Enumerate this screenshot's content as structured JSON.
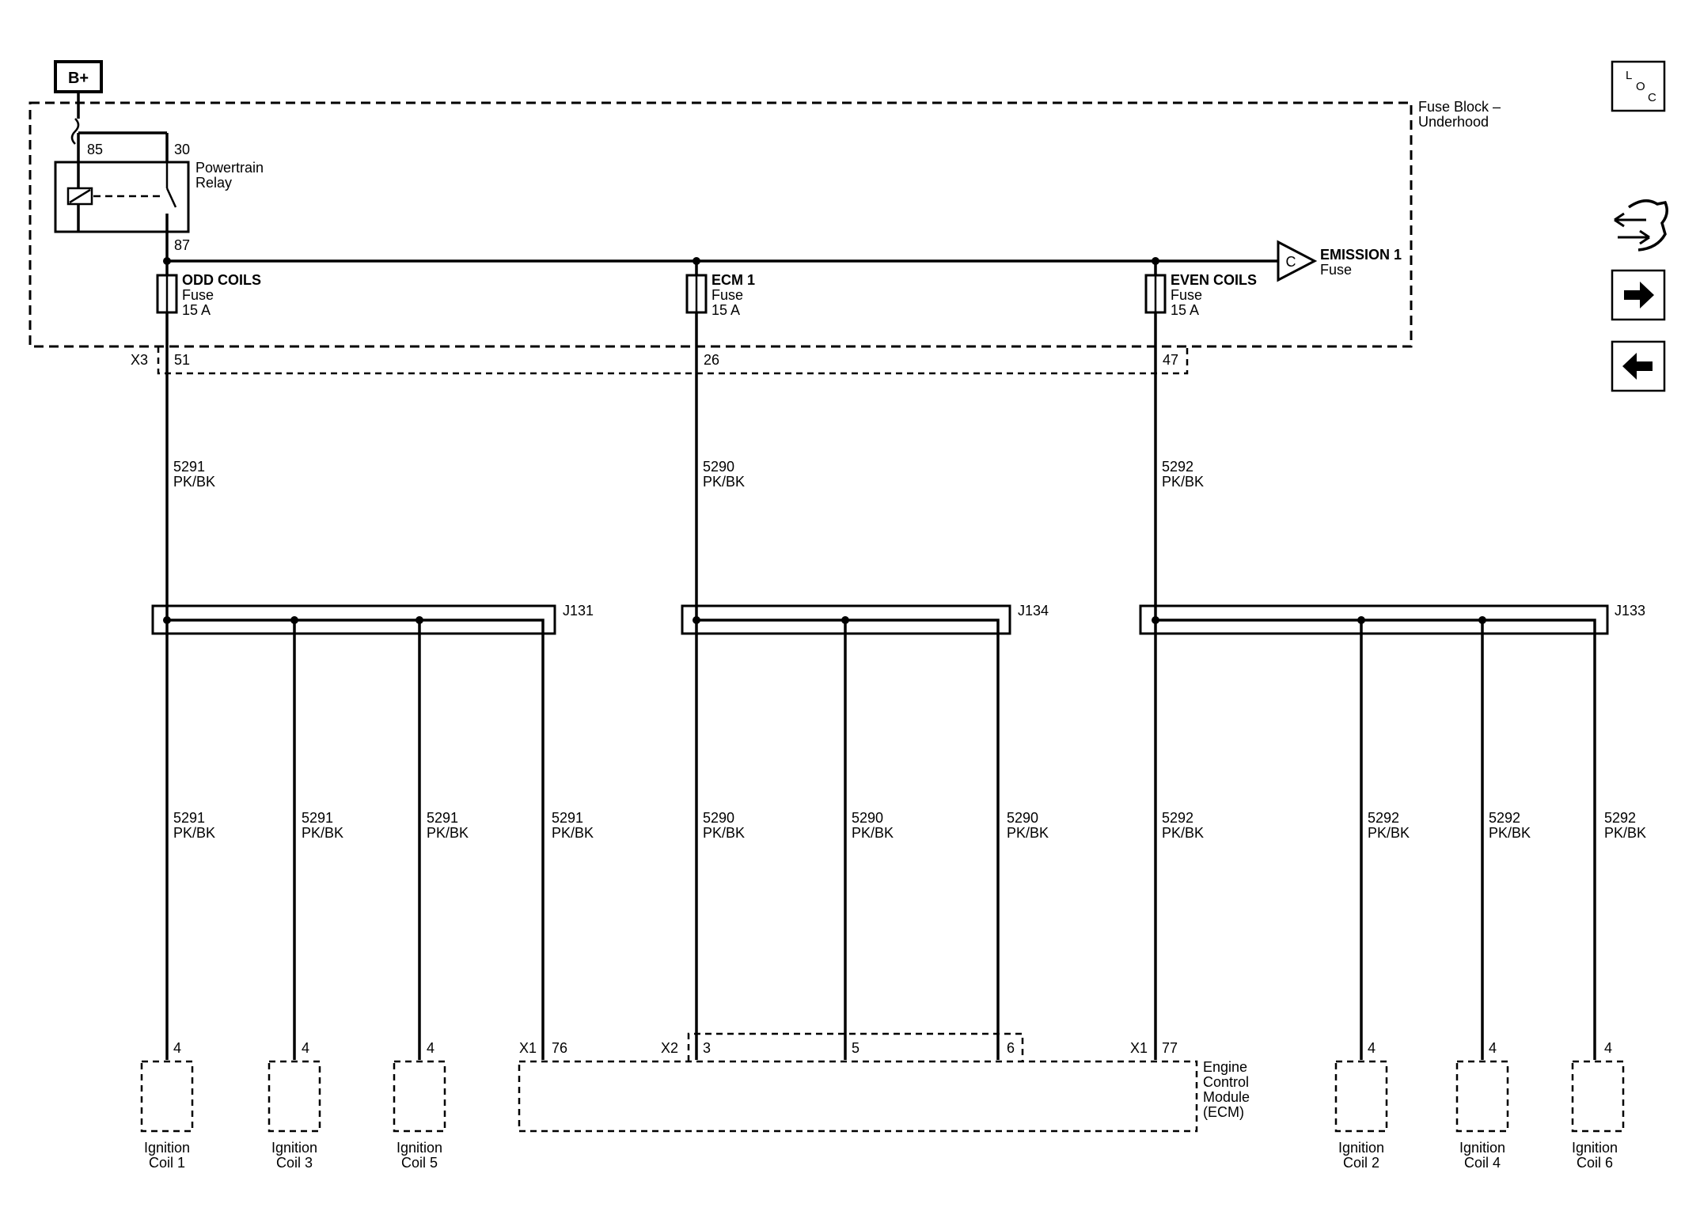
{
  "power": {
    "label": "B+"
  },
  "fuse_block": {
    "line1": "Fuse Block –",
    "line2": "Underhood",
    "connector": "X3"
  },
  "relay": {
    "line1": "Powertrain",
    "line2": "Relay",
    "pin_85": "85",
    "pin_30": "30",
    "pin_87": "87"
  },
  "fuses": [
    {
      "name": "ODD COILS",
      "type": "Fuse",
      "rating": "15 A",
      "pin": "51"
    },
    {
      "name": "ECM 1",
      "type": "Fuse",
      "rating": "15 A",
      "pin": "26"
    },
    {
      "name": "EVEN COILS",
      "type": "Fuse",
      "rating": "15 A",
      "pin": "47"
    }
  ],
  "emission": {
    "marker": "C",
    "line1": "EMISSION 1",
    "line2": "Fuse"
  },
  "feed_wires": [
    {
      "circuit": "5291",
      "color": "PK/BK"
    },
    {
      "circuit": "5290",
      "color": "PK/BK"
    },
    {
      "circuit": "5292",
      "color": "PK/BK"
    }
  ],
  "splices": [
    "J131",
    "J134",
    "J133"
  ],
  "branch_wires": [
    {
      "circuit": "5291",
      "color": "PK/BK"
    },
    {
      "circuit": "5291",
      "color": "PK/BK"
    },
    {
      "circuit": "5291",
      "color": "PK/BK"
    },
    {
      "circuit": "5291",
      "color": "PK/BK"
    },
    {
      "circuit": "5290",
      "color": "PK/BK"
    },
    {
      "circuit": "5290",
      "color": "PK/BK"
    },
    {
      "circuit": "5290",
      "color": "PK/BK"
    },
    {
      "circuit": "5292",
      "color": "PK/BK"
    },
    {
      "circuit": "5292",
      "color": "PK/BK"
    },
    {
      "circuit": "5292",
      "color": "PK/BK"
    },
    {
      "circuit": "5292",
      "color": "PK/BK"
    }
  ],
  "coils": [
    {
      "pin": "4",
      "line1": "Ignition",
      "line2": "Coil 1"
    },
    {
      "pin": "4",
      "line1": "Ignition",
      "line2": "Coil 3"
    },
    {
      "pin": "4",
      "line1": "Ignition",
      "line2": "Coil 5"
    },
    {
      "pin": "4",
      "line1": "Ignition",
      "line2": "Coil 2"
    },
    {
      "pin": "4",
      "line1": "Ignition",
      "line2": "Coil 4"
    },
    {
      "pin": "4",
      "line1": "Ignition",
      "line2": "Coil 6"
    }
  ],
  "ecm": {
    "line1": "Engine",
    "line2": "Control",
    "line3": "Module",
    "line4": "(ECM)",
    "pins": [
      {
        "connector": "X1",
        "pin": "76"
      },
      {
        "connector": "X2",
        "pin": "3"
      },
      {
        "connector": "",
        "pin": "5"
      },
      {
        "connector": "",
        "pin": "6"
      },
      {
        "connector": "X1",
        "pin": "77"
      }
    ]
  },
  "nav": {
    "loc": {
      "l": "L",
      "o": "O",
      "c": "C"
    },
    "icons": [
      "component-swap-icon",
      "arrow-right-icon",
      "arrow-left-icon"
    ]
  }
}
